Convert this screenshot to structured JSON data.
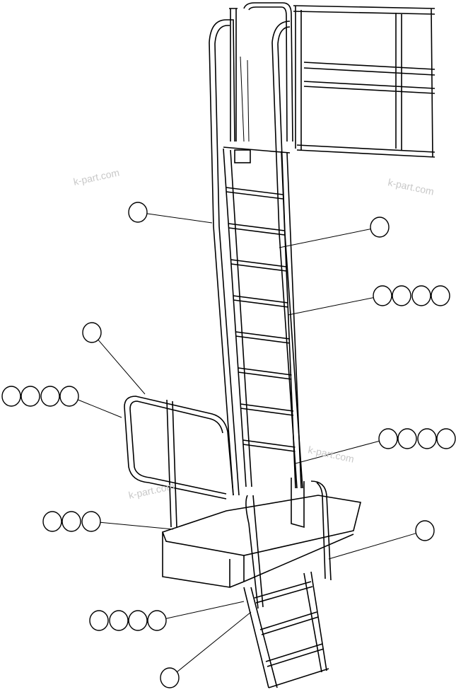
{
  "diagram": {
    "watermark": "k-part.com",
    "watermarks": [
      "k-part.com",
      "k-part.com",
      "k-part.com",
      "k-part.com"
    ],
    "colors": {
      "line": "#000000",
      "background": "#ffffff",
      "watermark": "#c8c8c8"
    }
  }
}
